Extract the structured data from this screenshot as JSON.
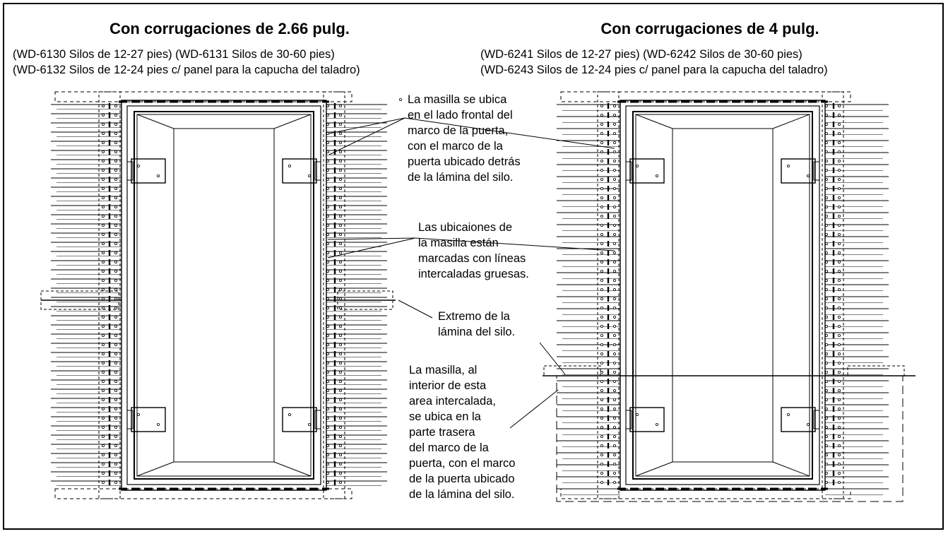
{
  "left": {
    "title": "Con corrugaciones de 2.66 pulg.",
    "line1": "(WD-6130 Silos de 12-27 pies) (WD-6131 Silos de 30-60 pies)",
    "line2": "(WD-6132 Silos de 12-24 pies c/ panel para la capucha del taladro)"
  },
  "right": {
    "title": "Con corrugaciones de 4 pulg.",
    "line1": "(WD-6241 Silos de 12-27 pies) (WD-6242 Silos de 30-60 pies)",
    "line2": "(WD-6243 Silos de 12-24 pies c/ panel para la capucha del taladro)"
  },
  "annotations": {
    "front": [
      "La masilla se ubica",
      "en el lado frontal del",
      "marco de la puerta,",
      "con el marco de la",
      "puerta ubicado detrás",
      "de la lámina del silo."
    ],
    "locations": [
      "Las ubicaiones de",
      "la masilla están",
      "marcadas con líneas",
      "intercaladas gruesas."
    ],
    "sheet_end": [
      "Extremo de la",
      "lámina del silo."
    ],
    "back": [
      "La masilla, al",
      "interior de esta",
      "area intercalada,",
      "se ubica en la",
      "parte trasera",
      "del marco de la",
      "puerta, con el marco",
      "de la puerta ubicado",
      "de la lámina del silo."
    ]
  },
  "colors": {
    "line": "#000000",
    "background": "#ffffff"
  }
}
